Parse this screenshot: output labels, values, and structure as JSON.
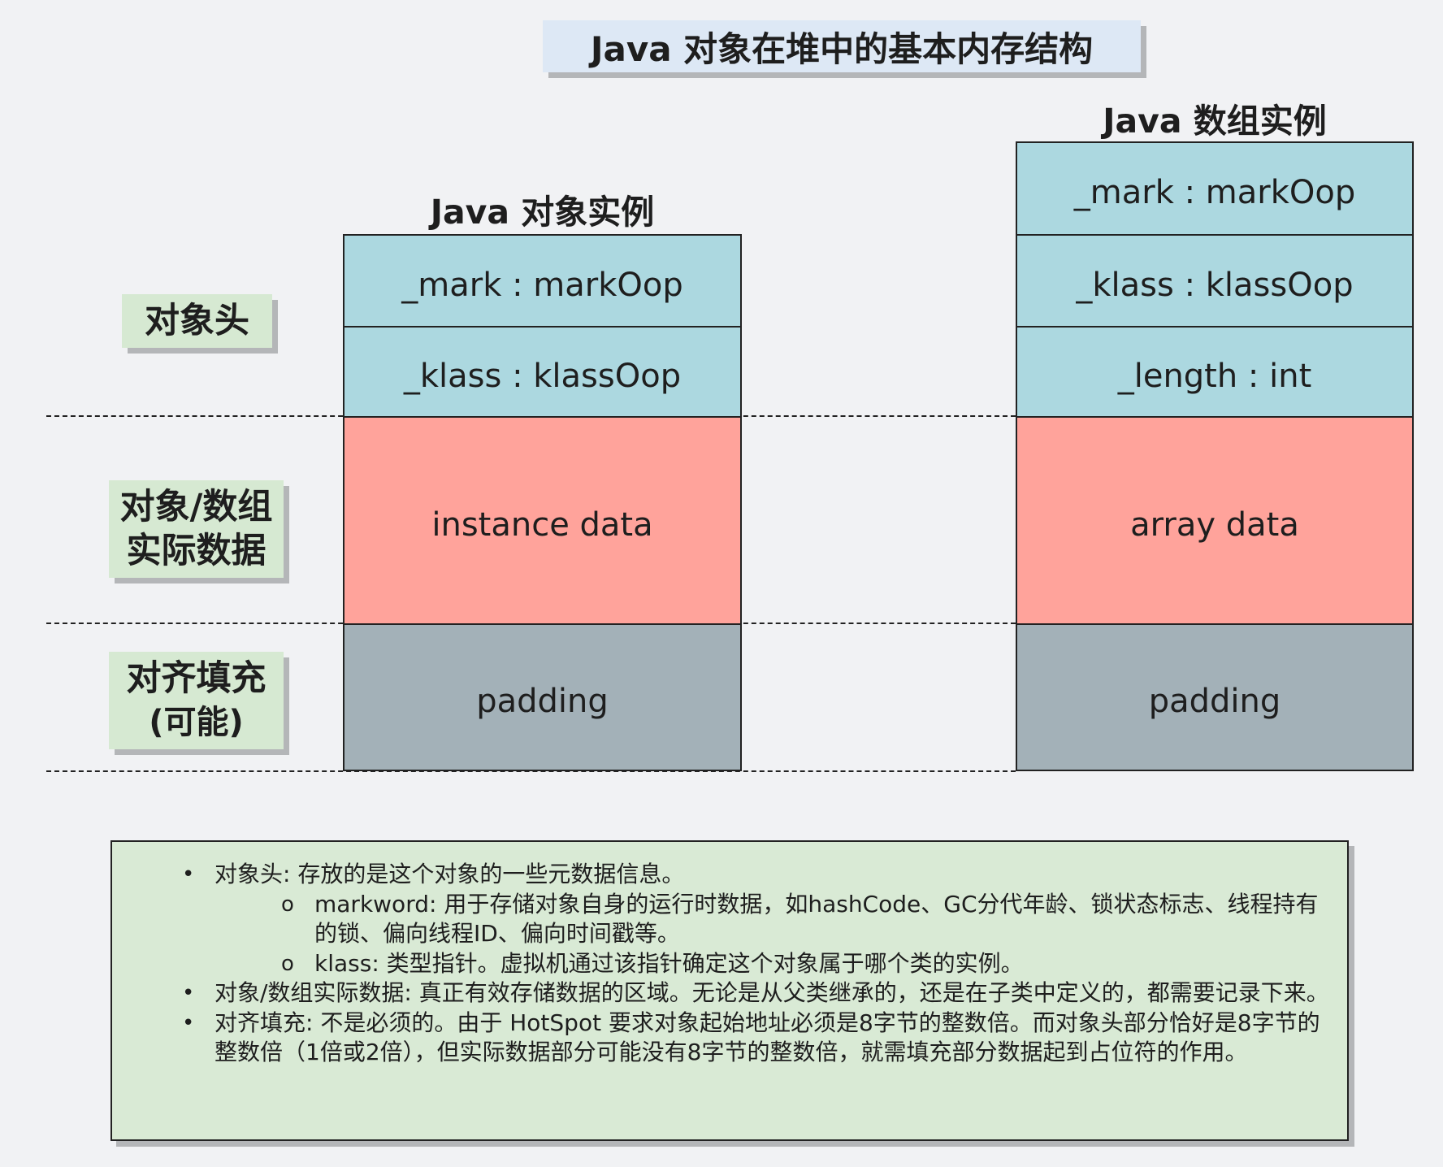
{
  "title": "Java 对象在堆中的基本内存结构",
  "sections": {
    "header": "对象头",
    "data_line1": "对象/数组",
    "data_line2": "实际数据",
    "padding_line1": "对齐填充",
    "padding_line2": "(可能)"
  },
  "object_instance": {
    "label": "Java 对象实例",
    "rows": {
      "mark": "_mark : markOop",
      "klass": "_klass : klassOop",
      "data": "instance data",
      "padding": "padding"
    }
  },
  "array_instance": {
    "label": "Java 数组实例",
    "rows": {
      "mark": "_mark : markOop",
      "klass": "_klass : klassOop",
      "length": "_length : int",
      "data": "array data",
      "padding": "padding"
    }
  },
  "notes": {
    "bullet_main": "•",
    "bullet_sub": "o",
    "header": "对象头: 存放的是这个对象的一些元数据信息。",
    "markword": "markword: 用于存储对象自身的运行时数据，如hashCode、GC分代年龄、锁状态标志、线程持有的锁、偏向线程ID、偏向时间戳等。",
    "klass": "klass: 类型指针。虚拟机通过该指针确定这个对象属于哪个类的实例。",
    "data": "对象/数组实际数据: 真正有效存储数据的区域。无论是从父类继承的，还是在子类中定义的，都需要记录下来。",
    "padding": "对齐填充: 不是必须的。由于 HotSpot 要求对象起始地址必须是8字节的整数倍。而对象头部分恰好是8字节的整数倍（1倍或2倍），但实际数据部分可能没有8字节的整数倍，就需填充部分数据起到占位符的作用。"
  },
  "colors": {
    "background": "#f1f2f4",
    "header_row": "#acd8e0",
    "data_row": "#ffa39b",
    "padding_row": "#a3b1b8",
    "label_bg": "#d6e9d2",
    "title_bg": "#dde8f5",
    "notes_bg": "#d9ead5"
  }
}
